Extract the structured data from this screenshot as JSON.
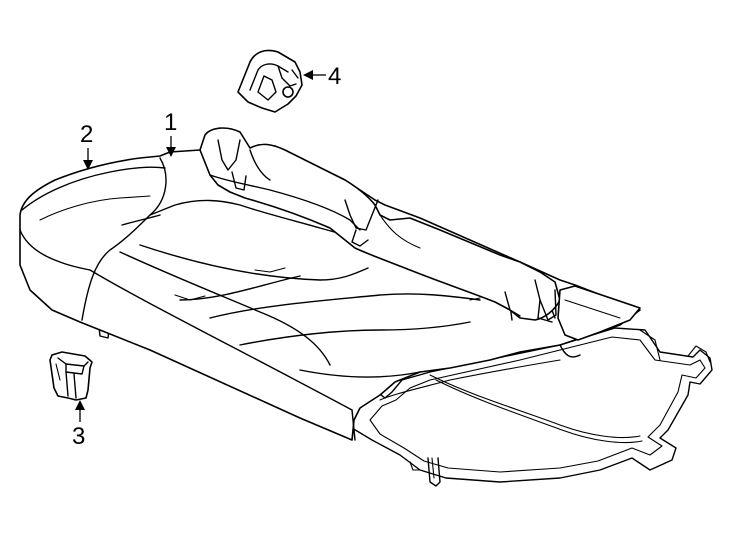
{
  "callouts": [
    {
      "number": "1"
    },
    {
      "number": "2"
    },
    {
      "number": "3"
    },
    {
      "number": "4"
    }
  ]
}
